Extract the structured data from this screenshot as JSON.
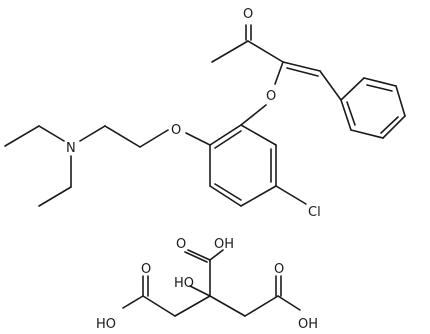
{
  "atom_labels": {
    "carbonyl_o": "O",
    "ether_o_vinyl": "O",
    "ether_o_aryl": "O",
    "amine_n": "N",
    "chloro": "Cl",
    "citrate_oh_top": "OH",
    "citrate_o_top": "O",
    "citrate_ho_center": "HO",
    "citrate_o_left": "O",
    "citrate_ho_left": "HO",
    "citrate_o_right": "O",
    "citrate_oh_right": "OH"
  }
}
